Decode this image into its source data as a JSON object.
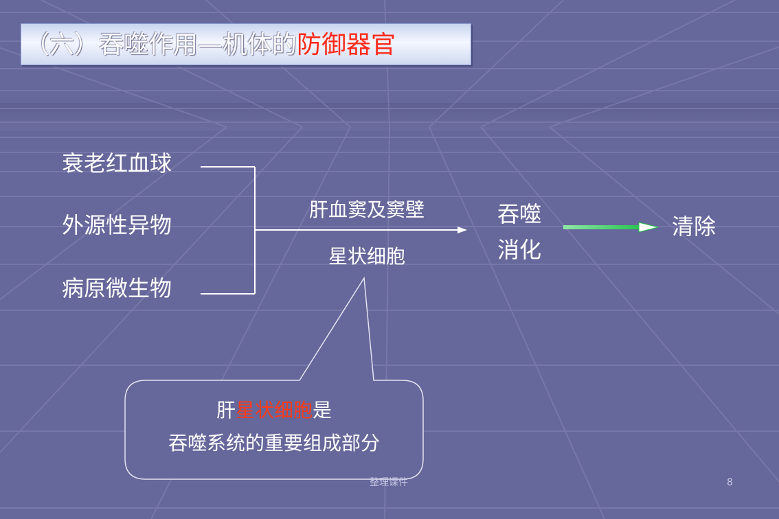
{
  "slide": {
    "title_prefix": "（六）吞噬作用—机体的",
    "title_highlight": "防御器官",
    "sources": [
      "衰老红血球",
      "外源性异物",
      "病原微生物"
    ],
    "arrow_label_top": "肝血窦及窦壁",
    "arrow_label_bottom": "星状细胞",
    "process_line1": "吞噬",
    "process_line2": "消化",
    "result": "清除",
    "callout": {
      "line1_prefix": "肝",
      "line1_highlight": "星状细胞",
      "line1_suffix": "是",
      "line2": "吞噬系统的重要组成部分"
    },
    "footer_center": "整理课件",
    "page_number": "8"
  },
  "colors": {
    "background": "#66679a",
    "highlight": "#ff2a1a",
    "green_arrow": "#33cc55"
  }
}
